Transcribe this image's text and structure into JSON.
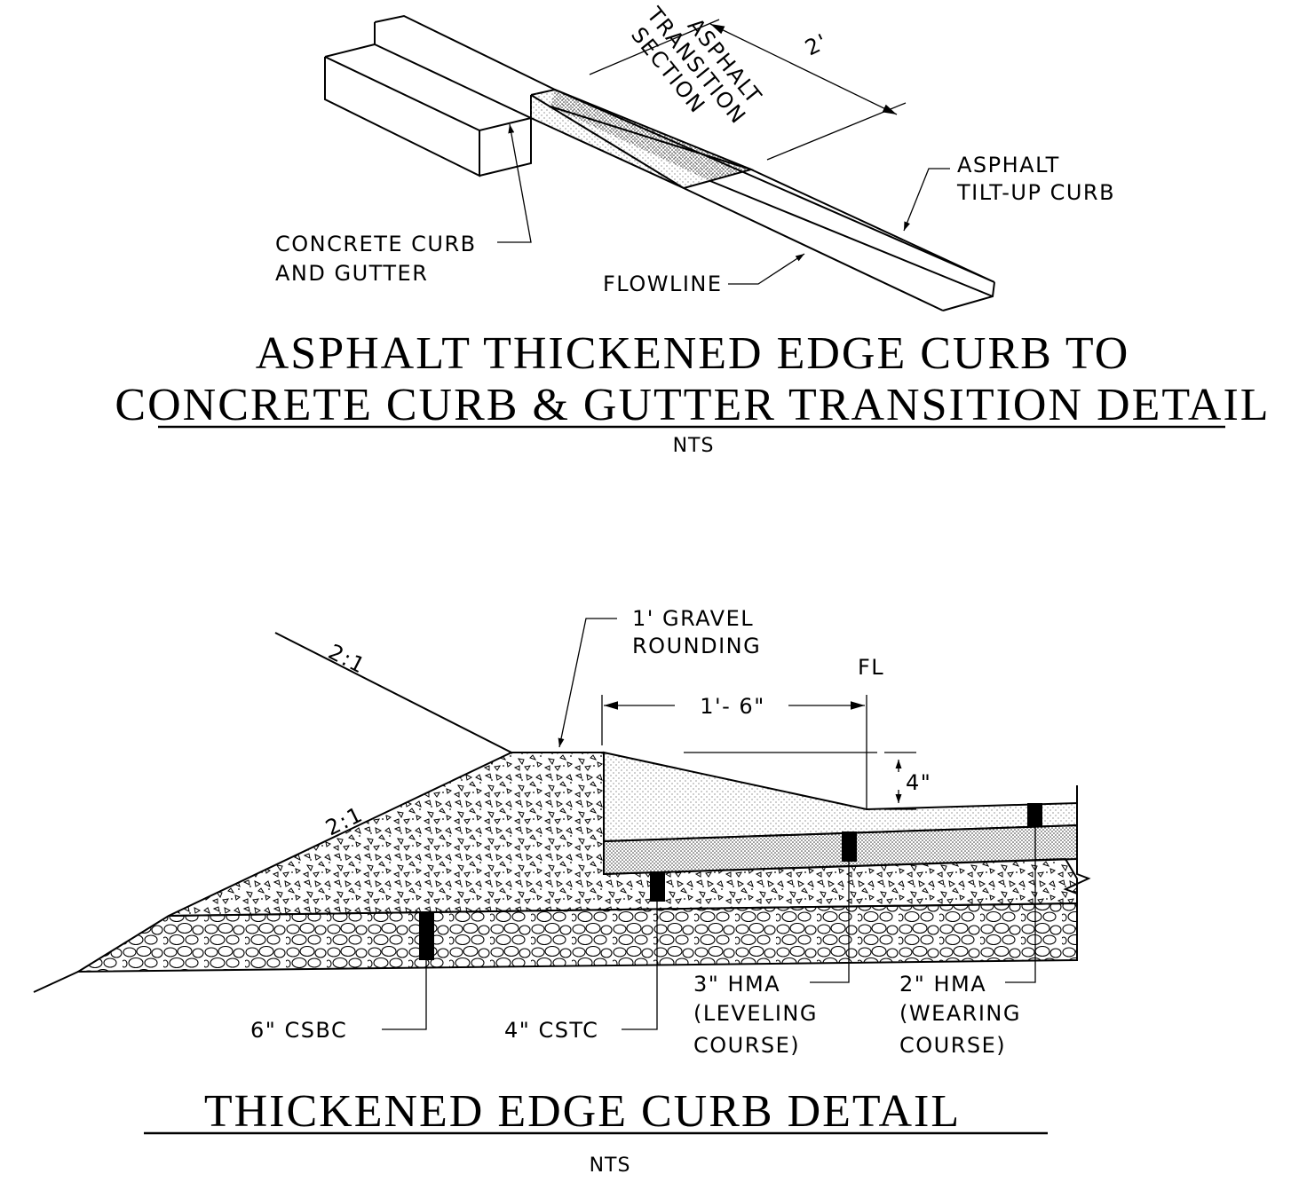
{
  "detail_top": {
    "title_line1": "ASPHALT THICKENED EDGE CURB TO",
    "title_line2": "CONCRETE CURB & GUTTER TRANSITION DETAIL",
    "scale": "NTS",
    "dimension": "2'",
    "transition_label": [
      "ASPHALT",
      "TRANSITION",
      "SECTION"
    ],
    "label_concrete": [
      "CONCRETE CURB",
      "AND GUTTER"
    ],
    "label_flowline": "FLOWLINE",
    "label_tiltup": [
      "ASPHALT",
      "TILT-UP CURB"
    ]
  },
  "detail_bottom": {
    "title": "THICKENED EDGE CURB DETAIL",
    "scale": "NTS",
    "slope_upper": "2:1",
    "slope_lower": "2:1",
    "gravel_label": [
      "1' GRAVEL",
      "ROUNDING"
    ],
    "flowline_symbol": "FL",
    "dim_width": "1'- 6\"",
    "dim_height": "4\"",
    "label_csbc": "6\" CSBC",
    "label_cstc": "4\" CSTC",
    "label_leveling": [
      "3\" HMA",
      "(LEVELING",
      "COURSE)"
    ],
    "label_wearing": [
      "2\" HMA",
      "(WEARING",
      "COURSE)"
    ]
  }
}
